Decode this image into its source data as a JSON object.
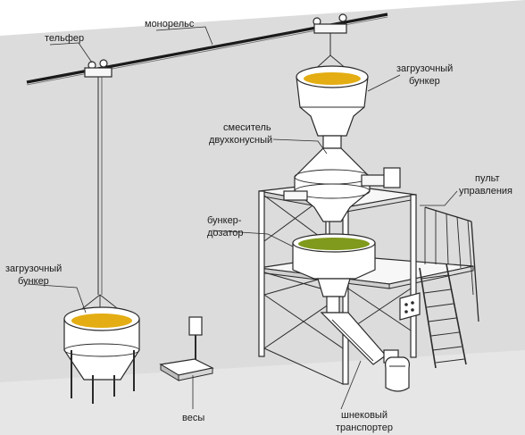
{
  "labels": {
    "monorail": "монорельс",
    "hoist": "тельфер",
    "loading_hopper_top_1": "загрузочный",
    "loading_hopper_top_2": "бункер",
    "mixer_1": "смеситель",
    "mixer_2": "двухконусный",
    "control_panel_1": "пульт",
    "control_panel_2": "управления",
    "dosing_hopper_1": "бункер-",
    "dosing_hopper_2": "дозатор",
    "loading_hopper_left_1": "загрузочный",
    "loading_hopper_left_2": "бункер",
    "scales": "весы",
    "screw_conveyor_1": "шнековый",
    "screw_conveyor_2": "транспортер"
  },
  "colors": {
    "wall": "#dcdcdc",
    "material": "#e3ad13",
    "material_dosing": "#7f9a1c",
    "line": "#2a2a2a",
    "metal": "#ffffff"
  }
}
